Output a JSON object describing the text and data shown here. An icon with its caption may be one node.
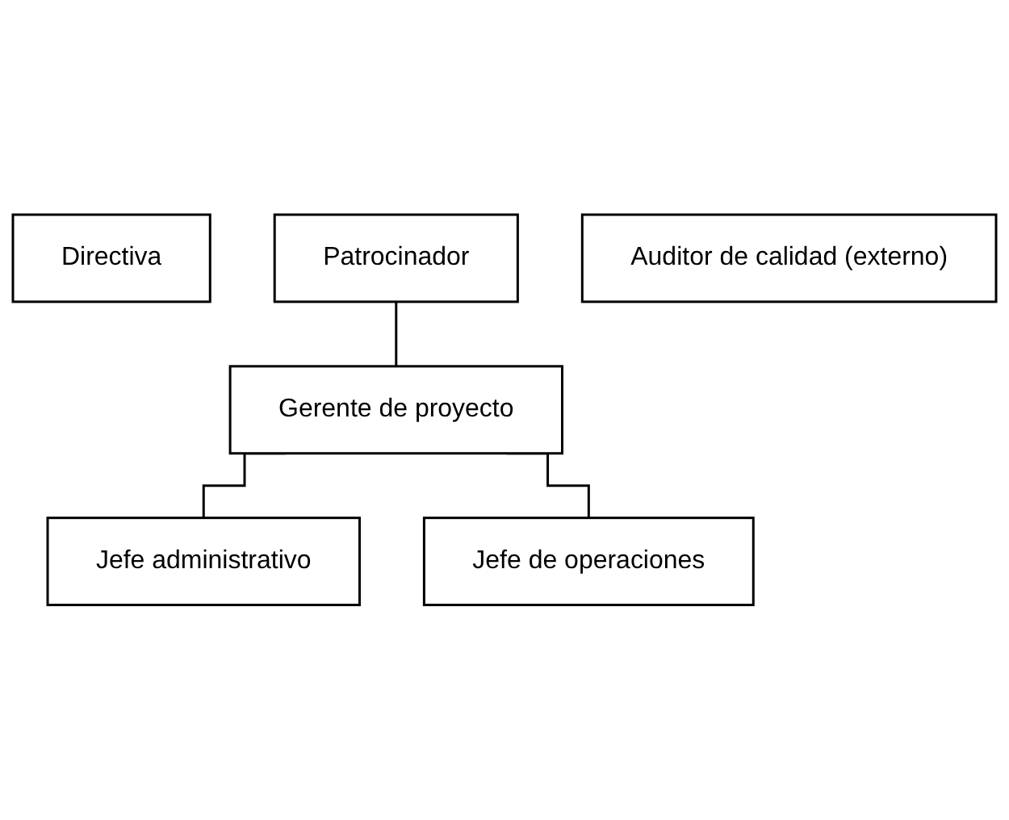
{
  "diagram": {
    "nodes": [
      {
        "text": [
          "Directiva"
        ]
      },
      {
        "text": [
          "Patrocinador"
        ]
      },
      {
        "text": [
          "Gerente de proyecto"
        ]
      },
      {
        "text": [
          "Auditor de calidad (externo)"
        ]
      },
      {
        "text": [
          "Jefe administrativo"
        ]
      },
      {
        "text": [
          "Jefe de operaciones"
        ]
      }
    ],
    "edges": [
      {
        "from": 1,
        "to": 2,
        "arrow": "none"
      },
      {
        "from": 2,
        "to": 4,
        "arrow": "none"
      },
      {
        "from": 2,
        "to": 5,
        "arrow": "none"
      }
    ]
  }
}
